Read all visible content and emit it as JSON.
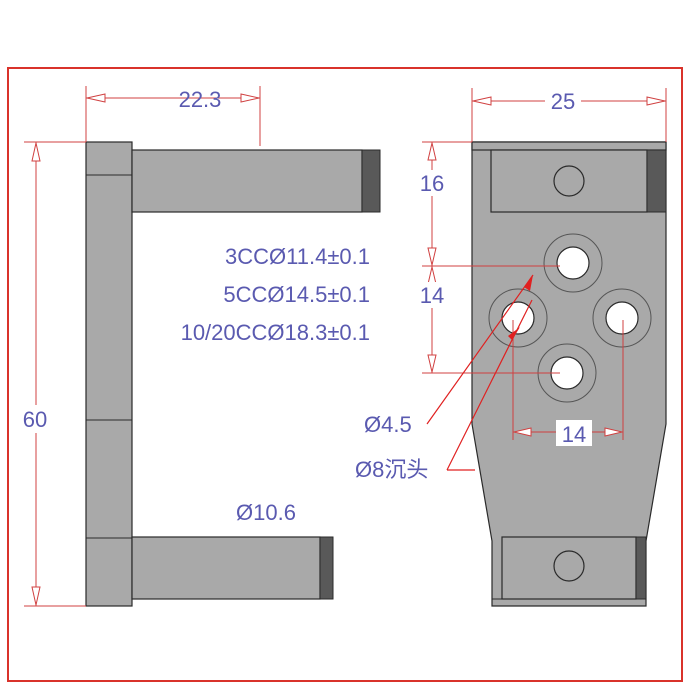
{
  "drawing": {
    "frame_color": "#d9322b",
    "dimension_color": "#d04040",
    "text_color": "#5a5ab0",
    "part_color": "#a9a9a9",
    "part_dark_color": "#595959"
  },
  "side_view": {
    "dim_width": "22.3",
    "dim_height": "60",
    "label_bottom_pin": "Ø10.6"
  },
  "front_view": {
    "dim_width": "25",
    "dim_top_offset": "16",
    "dim_hole_pitch_v": "14",
    "dim_hole_pitch_h": "14",
    "label_hole": "Ø4.5",
    "label_counterbore": "Ø8沉头"
  },
  "notes": [
    "3CCØ11.4±0.1",
    "5CCØ14.5±0.1",
    "10/20CCØ18.3±0.1"
  ]
}
